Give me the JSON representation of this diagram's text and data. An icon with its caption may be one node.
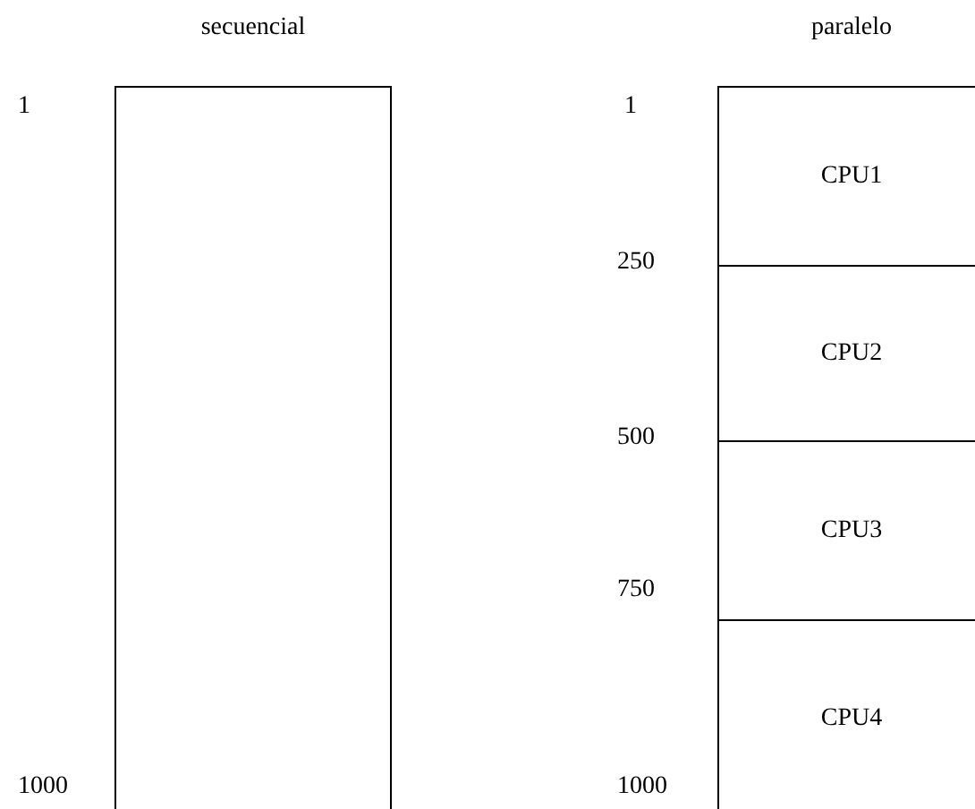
{
  "diagram": {
    "nodes": [
      {
        "text": [
          "secuencial"
        ]
      },
      {
        "text": [
          "paralelo"
        ]
      },
      {
        "text": [
          "CPU1"
        ],
        "in": 1
      },
      {
        "text": [
          "CPU2"
        ],
        "in": 1
      },
      {
        "text": [
          "CPU3"
        ],
        "in": 1
      },
      {
        "text": [
          "CPU4"
        ],
        "in": 1
      }
    ],
    "edges": [],
    "labels": [
      "1",
      "1000",
      "1",
      "250",
      "500",
      "750",
      "1000"
    ]
  }
}
